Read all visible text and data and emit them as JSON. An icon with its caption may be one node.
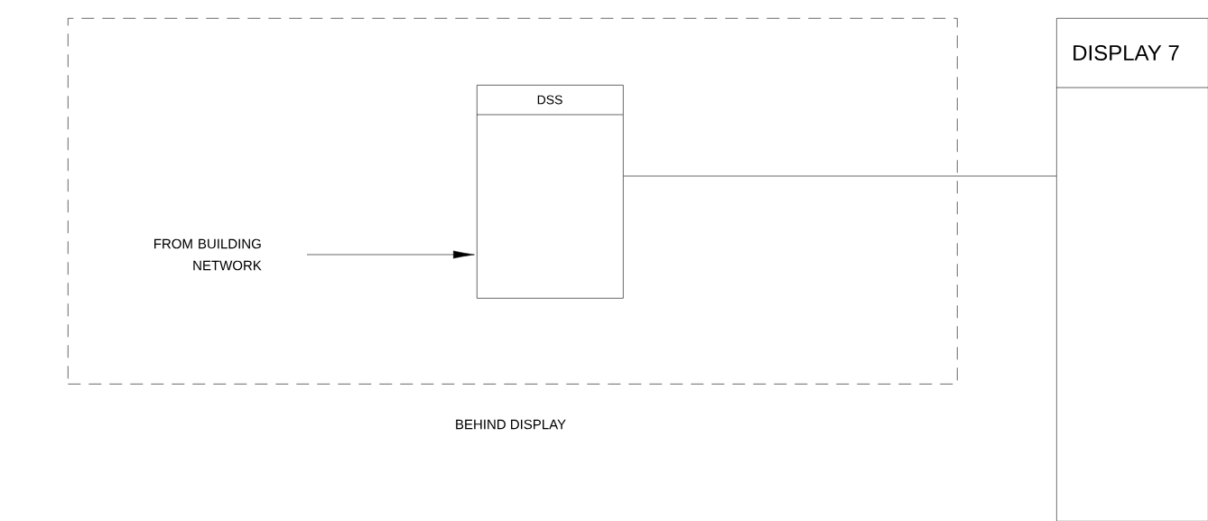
{
  "diagram": {
    "nodes": [
      {
        "text": [],
        "shape": "box",
        "beside": [
          "BEHIND DISPLAY"
        ]
      },
      {
        "text": [
          "DSS"
        ],
        "in": 0
      },
      {
        "text": [
          "FROM BUILDING NETWORK"
        ],
        "in": 0
      },
      {
        "text": [
          "DISPLAY 7"
        ]
      }
    ],
    "edges": [
      {
        "from": 2,
        "to": 1,
        "arrow": "to"
      },
      {
        "from": 1,
        "to": 3,
        "arrow": "none"
      }
    ]
  }
}
